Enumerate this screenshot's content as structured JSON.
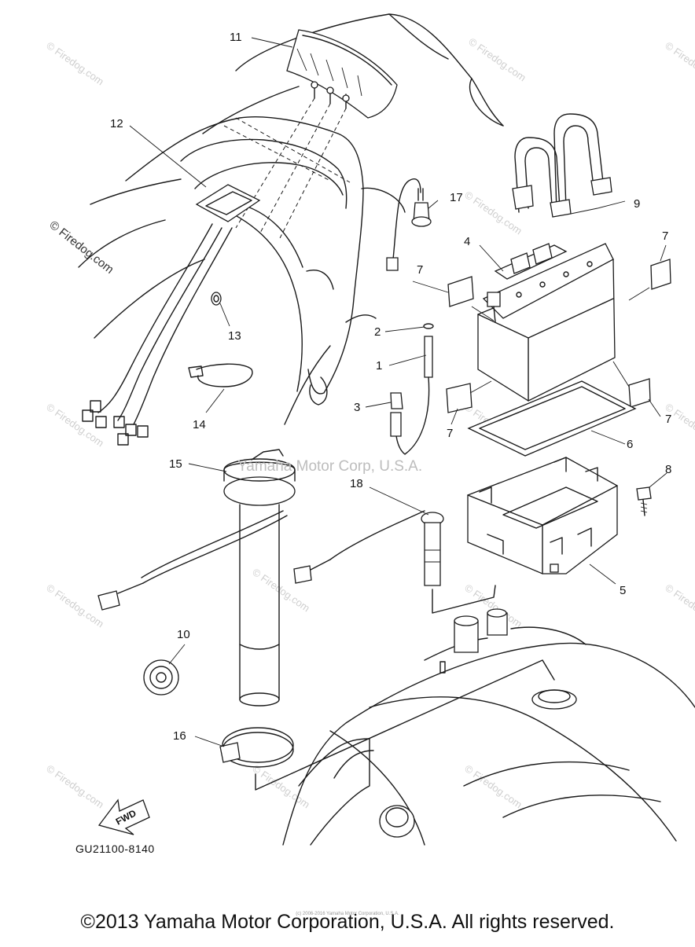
{
  "diagram": {
    "code": "GU21100-8140",
    "copyright": "©2013 Yamaha Motor Corporation, U.S.A. All rights reserved.",
    "tiny_credit": "(c) 2006-2016 Yamaha Motor Corporation, U.S.A.",
    "center_watermark": "Yamaha Motor Corp, U.S.A.",
    "watermark_text": "© Firedog.com",
    "fwd_label": "FWD"
  },
  "callouts": [
    {
      "id": "c1",
      "label": "1"
    },
    {
      "id": "c2",
      "label": "2"
    },
    {
      "id": "c3",
      "label": "3"
    },
    {
      "id": "c4",
      "label": "4"
    },
    {
      "id": "c5",
      "label": "5"
    },
    {
      "id": "c6",
      "label": "6"
    },
    {
      "id": "c7a",
      "label": "7"
    },
    {
      "id": "c7b",
      "label": "7"
    },
    {
      "id": "c7c",
      "label": "7"
    },
    {
      "id": "c7d",
      "label": "7"
    },
    {
      "id": "c8",
      "label": "8"
    },
    {
      "id": "c9",
      "label": "9"
    },
    {
      "id": "c10",
      "label": "10"
    },
    {
      "id": "c11",
      "label": "11"
    },
    {
      "id": "c12",
      "label": "12"
    },
    {
      "id": "c13",
      "label": "13"
    },
    {
      "id": "c14",
      "label": "14"
    },
    {
      "id": "c15",
      "label": "15"
    },
    {
      "id": "c16",
      "label": "16"
    },
    {
      "id": "c17",
      "label": "17"
    },
    {
      "id": "c18",
      "label": "18"
    }
  ]
}
